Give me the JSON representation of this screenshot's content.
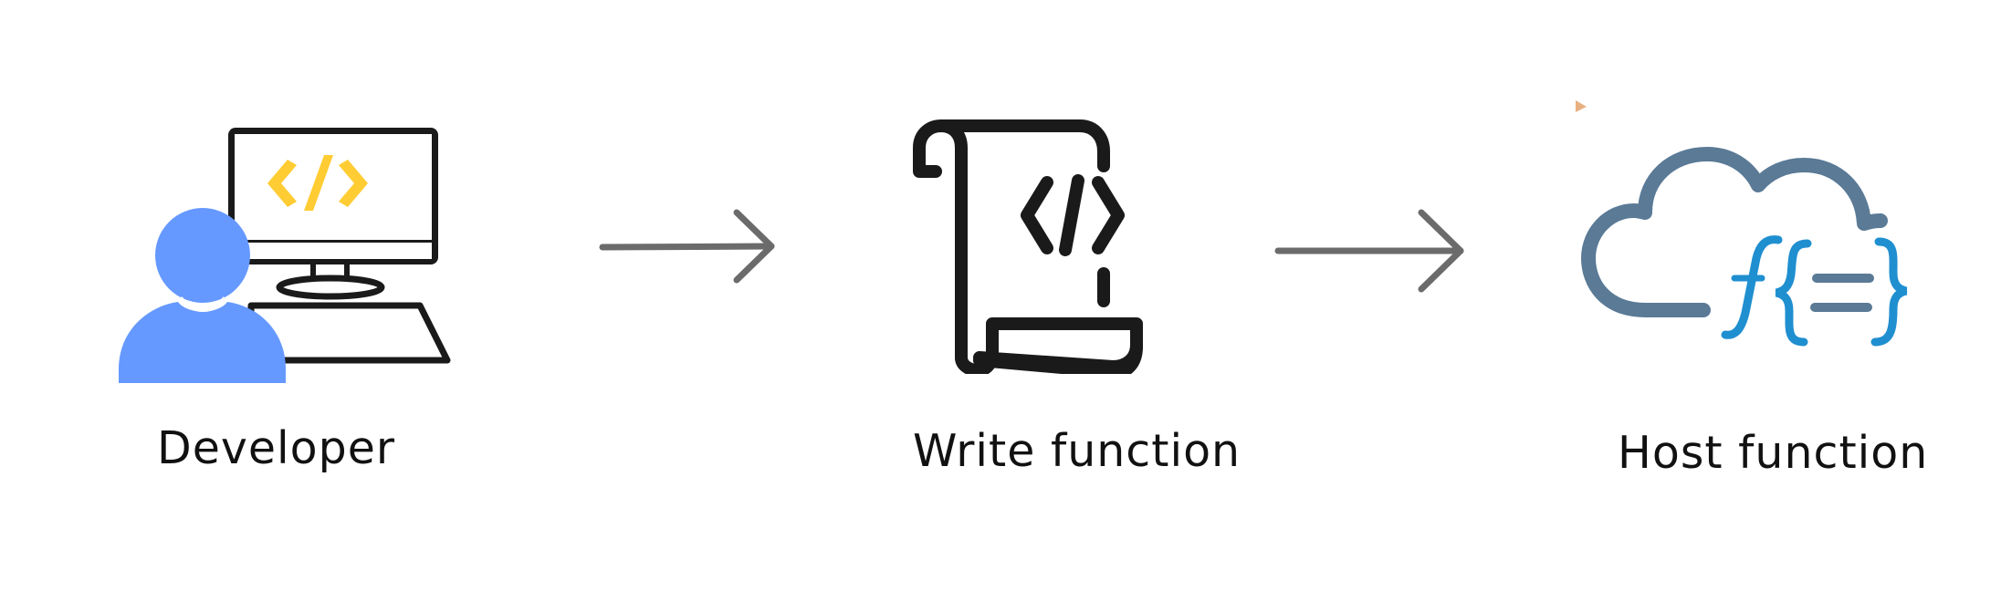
{
  "diagram": {
    "nodes": [
      {
        "id": "developer",
        "label": "Developer",
        "icon": "developer-at-computer-icon"
      },
      {
        "id": "write",
        "label": "Write function",
        "icon": "code-scroll-icon"
      },
      {
        "id": "host",
        "label": "Host function",
        "icon": "cloud-function-icon"
      }
    ],
    "edges": [
      {
        "from": "developer",
        "to": "write"
      },
      {
        "from": "write",
        "to": "host"
      }
    ],
    "colors": {
      "person": "#6699ff",
      "code_accent": "#ffcc33",
      "outline": "#1a1a1a",
      "arrow": "#6b6b6b",
      "cloud": "#5a7a96",
      "function_blue": "#1f8fd0"
    }
  }
}
